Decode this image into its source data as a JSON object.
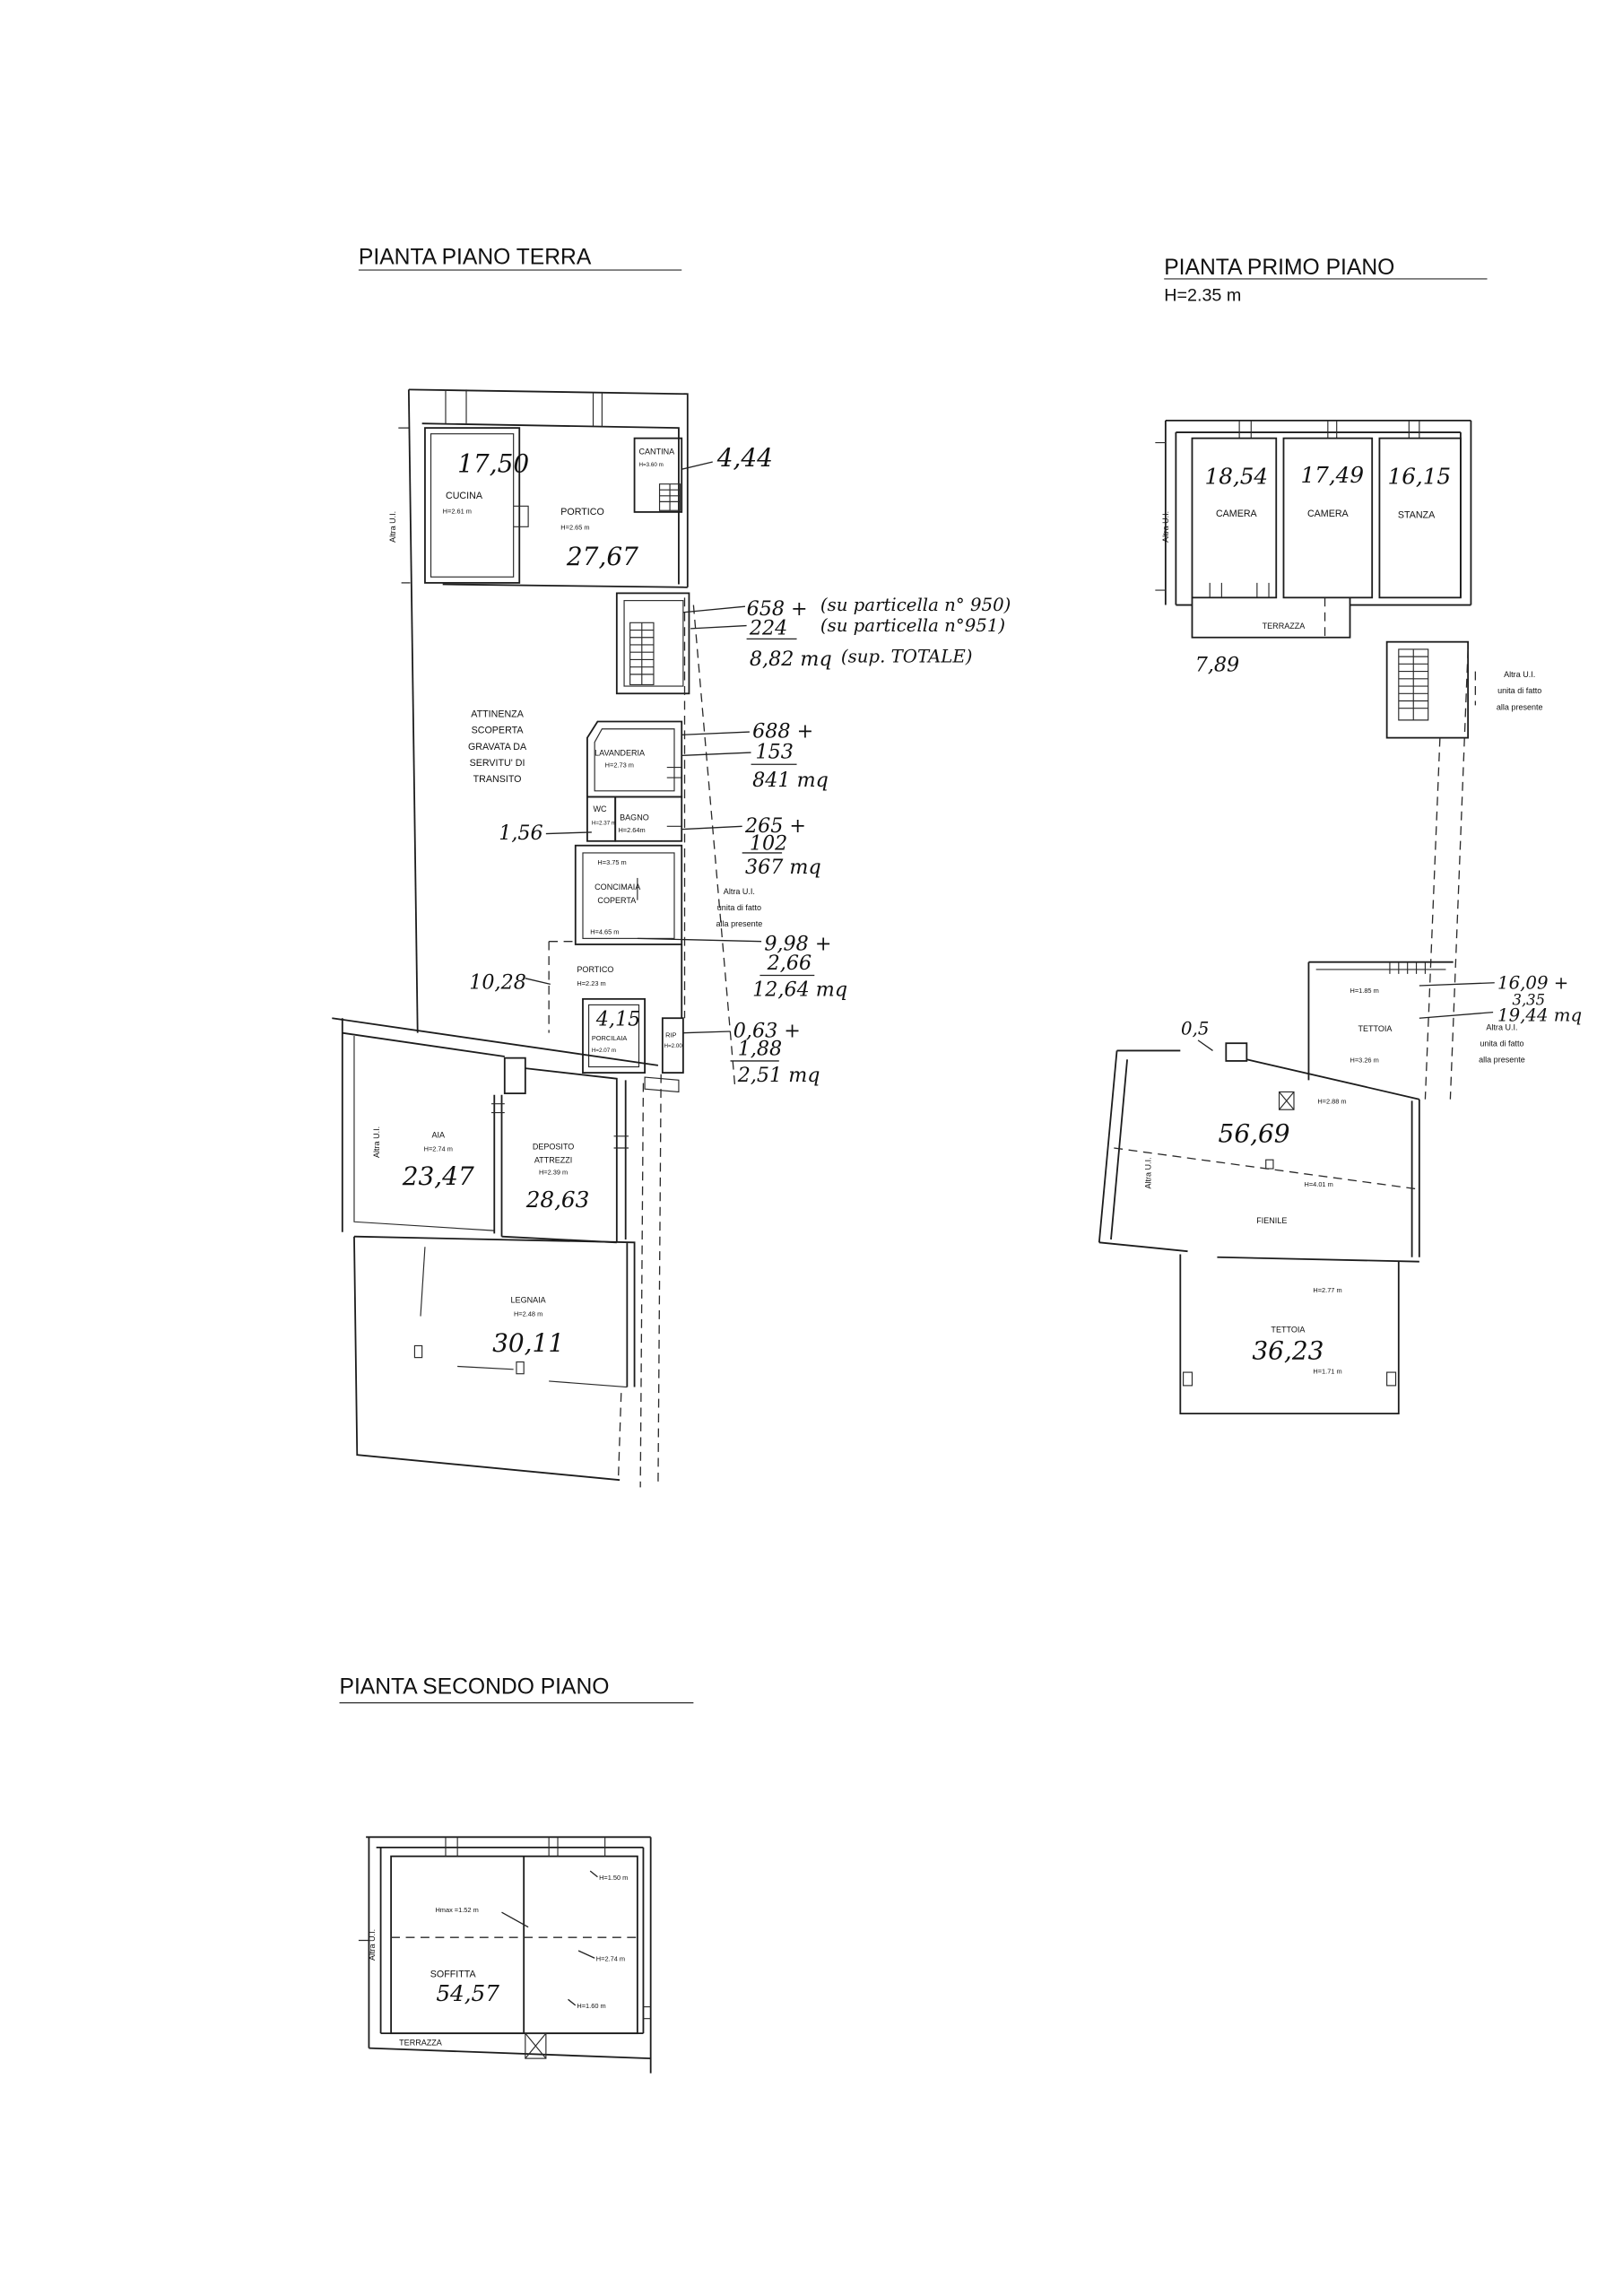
{
  "ground_floor": {
    "title": "PIANTA PIANO TERRA",
    "cucina": {
      "name": "CUCINA",
      "height": "H=2.61 m",
      "area": "17,50"
    },
    "portico_upper": {
      "name": "PORTICO",
      "height": "H=2.65 m",
      "area": "27,67"
    },
    "cantina": {
      "name": "CANTINA",
      "height": "H=3.60 m",
      "area": "4,44"
    },
    "stairs_area": {
      "values": [
        "658 +",
        "224",
        "8,82 mq"
      ],
      "notes": [
        "(su particella n° 950)",
        "(su particella n°951)",
        "(sup. TOTALE)"
      ]
    },
    "attinenza": [
      "ATTINENZA",
      "SCOPERTA",
      "GRAVATA DA",
      "SERVITU' DI",
      "TRANSITO"
    ],
    "lavanderia": {
      "name": "LAVANDERIA",
      "height": "H=2.73 m",
      "area": [
        "688 +",
        "153",
        "841 mq"
      ]
    },
    "wc": {
      "name": "WC",
      "height": "H=2.37 m",
      "area": "1,56"
    },
    "bagno": {
      "name": "BAGNO",
      "height": "H=2.64m",
      "area": [
        "265 +",
        "102",
        "367 mq"
      ]
    },
    "concimaia": {
      "name": [
        "CONCIMAIA",
        "COPERTA"
      ],
      "height_top": "H=3.75 m",
      "height_bottom": "H=4.65 m",
      "area": [
        "9,98 +",
        "2,66",
        "12,64 mq"
      ]
    },
    "portico_lower": {
      "name": "PORTICO",
      "height": "H=2.23 m",
      "area": "10,28"
    },
    "porcilaia": {
      "name": "PORCILAIA",
      "height": "H=2.07 m",
      "area": "4,15"
    },
    "rip": {
      "name": "RIP",
      "height": "H=2.00",
      "area": [
        "0,63 +",
        "1,88",
        "2,51 mq"
      ]
    },
    "aia": {
      "name": "AIA",
      "height": "H=2.74 m",
      "area": "23,47"
    },
    "deposito": {
      "name": [
        "DEPOSITO",
        "ATTREZZI"
      ],
      "height": "H=2.39 m",
      "area": "28,63"
    },
    "legnaia": {
      "name": "LEGNAIA",
      "height": "H=2.48 m",
      "area": "30,11"
    },
    "other_unit_north": "Altra U.I.",
    "other_unit_south": "Altra U.I.",
    "other_unit_east": [
      "Altra U.I.",
      "unita di fatto",
      "alla presente"
    ]
  },
  "first_floor": {
    "title": "PIANTA PRIMO PIANO",
    "height": "H=2.35 m",
    "camera_1": {
      "name": "CAMERA",
      "area": "18,54"
    },
    "camera_2": {
      "name": "CAMERA",
      "area": "17,49"
    },
    "stanza": {
      "name": "STANZA",
      "area": "16,15"
    },
    "terrazza": {
      "name": "TERRAZZA",
      "area": "7,89"
    },
    "tettoia_upper": {
      "name": "TETTOIA",
      "height_top": "H=1.85 m",
      "height_bottom": "H=3.26 m",
      "area": [
        "16,09 +",
        "3,35",
        "19,44 mq"
      ]
    },
    "fienile": {
      "name": "FIENILE",
      "height_top": "H=2.88 m",
      "height_mid": "H=4.01 m",
      "area": "56,69",
      "pillar_note": "0,5"
    },
    "tettoia_lower": {
      "name": "TETTOIA",
      "height_top": "H=2.77 m",
      "height_bottom": "H=1.71 m",
      "area": "36,23"
    },
    "other_unit_north": "Altra U.I.",
    "other_unit_south": "Altra U.I.",
    "other_unit_east_1": [
      "Altra U.I.",
      "unita di fatto",
      "alla presente"
    ],
    "other_unit_east_2": [
      "Altra U.I.",
      "unita di fatto",
      "alla presente"
    ]
  },
  "second_floor": {
    "title": "PIANTA SECONDO PIANO",
    "soffitta": {
      "name": "SOFFITTA",
      "area": "54,57",
      "height_max": "Hmax =1.52 m",
      "height_center": "H=2.74 m",
      "height_north": "H=1.50 m",
      "height_south": "H=1.60 m"
    },
    "terrazza": "TERRAZZA",
    "other_unit": "Altra U.I."
  }
}
